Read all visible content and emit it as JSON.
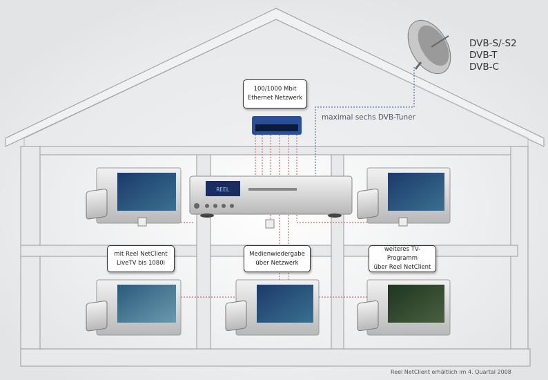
{
  "labels": {
    "network": [
      "100/1000 Mbit",
      "Ethernet Netzwerk"
    ],
    "left": [
      "mit Reel NetClient",
      "LiveTV bis 1080i"
    ],
    "middle": [
      "Medienwiedergabe",
      "über Netzwerk"
    ],
    "right": [
      "weiteres TV-Programm",
      "über Reel NetClient"
    ]
  },
  "dish_standards": [
    "DVB-S/-S2",
    "DVB-T",
    "DVB-C"
  ],
  "tuner_caption": "maximal sechs DVB-Tuner",
  "footer": "Reel NetClient erhältlich im 4. Quartal 2008",
  "receiver_display": "REEL",
  "colors": {
    "network_cable": "#d08080",
    "antenna_cable": "#6a88b0",
    "switch": "#2a4f9a"
  }
}
